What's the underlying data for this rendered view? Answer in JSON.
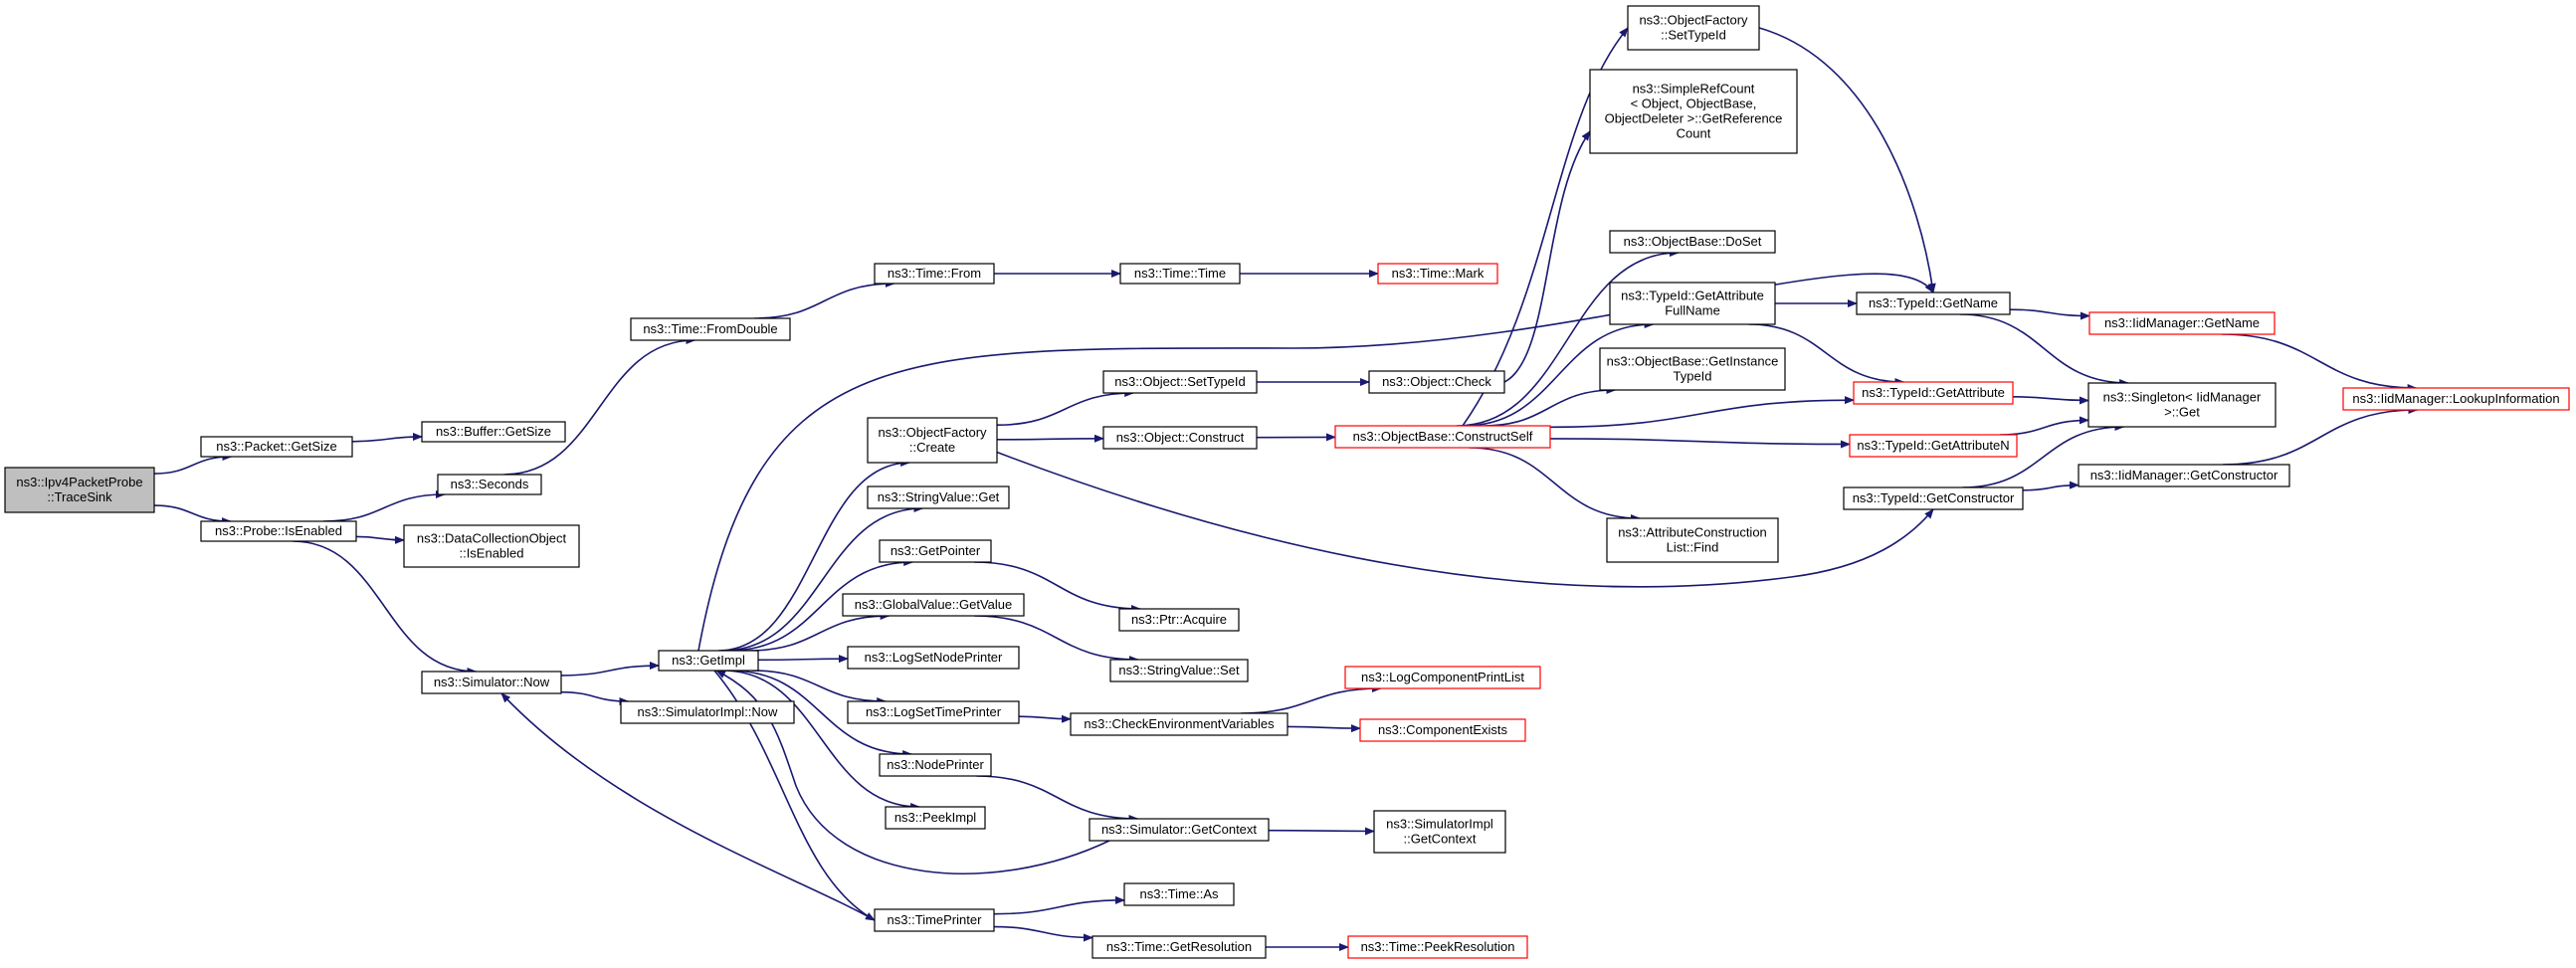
{
  "colors": {
    "edge": "#191970",
    "node_border": "#000000",
    "truncated_border": "#ff0000",
    "root_fill": "#bfbfbf",
    "background": "#ffffff"
  },
  "nodes": [
    {
      "id": "tracesink",
      "lines": [
        "ns3::Ipv4PacketProbe",
        "::TraceSink"
      ],
      "style": "root"
    },
    {
      "id": "packet_getsize",
      "lines": [
        "ns3::Packet::GetSize"
      ]
    },
    {
      "id": "buffer_getsize",
      "lines": [
        "ns3::Buffer::GetSize"
      ]
    },
    {
      "id": "probe_isenabled",
      "lines": [
        "ns3::Probe::IsEnabled"
      ]
    },
    {
      "id": "seconds",
      "lines": [
        "ns3::Seconds"
      ]
    },
    {
      "id": "dco_isenabled",
      "lines": [
        "ns3::DataCollectionObject",
        "::IsEnabled"
      ]
    },
    {
      "id": "time_fromdouble",
      "lines": [
        "ns3::Time::FromDouble"
      ]
    },
    {
      "id": "time_from",
      "lines": [
        "ns3::Time::From"
      ]
    },
    {
      "id": "time_time",
      "lines": [
        "ns3::Time::Time"
      ]
    },
    {
      "id": "time_mark",
      "lines": [
        "ns3::Time::Mark"
      ],
      "style": "red"
    },
    {
      "id": "sim_now",
      "lines": [
        "ns3::Simulator::Now"
      ]
    },
    {
      "id": "getimpl",
      "lines": [
        "ns3::GetImpl"
      ]
    },
    {
      "id": "simimpl_now",
      "lines": [
        "ns3::SimulatorImpl::Now"
      ]
    },
    {
      "id": "of_create",
      "lines": [
        "ns3::ObjectFactory",
        "::Create"
      ]
    },
    {
      "id": "stringvalue_get",
      "lines": [
        "ns3::StringValue::Get"
      ]
    },
    {
      "id": "getpointer",
      "lines": [
        "ns3::GetPointer"
      ]
    },
    {
      "id": "gv_getvalue",
      "lines": [
        "ns3::GlobalValue::GetValue"
      ]
    },
    {
      "id": "logsetnodeprinter",
      "lines": [
        "ns3::LogSetNodePrinter"
      ]
    },
    {
      "id": "logsettimeprinter",
      "lines": [
        "ns3::LogSetTimePrinter"
      ]
    },
    {
      "id": "nodeprinter",
      "lines": [
        "ns3::NodePrinter"
      ]
    },
    {
      "id": "peekimpl",
      "lines": [
        "ns3::PeekImpl"
      ]
    },
    {
      "id": "timeprinter",
      "lines": [
        "ns3::TimePrinter"
      ]
    },
    {
      "id": "obj_settypeid",
      "lines": [
        "ns3::Object::SetTypeId"
      ]
    },
    {
      "id": "obj_construct",
      "lines": [
        "ns3::Object::Construct"
      ]
    },
    {
      "id": "obj_check",
      "lines": [
        "ns3::Object::Check"
      ]
    },
    {
      "id": "ptr_acquire",
      "lines": [
        "ns3::Ptr::Acquire"
      ]
    },
    {
      "id": "stringvalue_set",
      "lines": [
        "ns3::StringValue::Set"
      ]
    },
    {
      "id": "checkenv",
      "lines": [
        "ns3::CheckEnvironmentVariables"
      ]
    },
    {
      "id": "sim_getcontext",
      "lines": [
        "ns3::Simulator::GetContext"
      ]
    },
    {
      "id": "time_as",
      "lines": [
        "ns3::Time::As"
      ]
    },
    {
      "id": "time_getres",
      "lines": [
        "ns3::Time::GetResolution"
      ]
    },
    {
      "id": "ob_constructself",
      "lines": [
        "ns3::ObjectBase::ConstructSelf"
      ],
      "style": "red"
    },
    {
      "id": "logcompprintlist",
      "lines": [
        "ns3::LogComponentPrintList"
      ],
      "style": "red"
    },
    {
      "id": "componentexists",
      "lines": [
        "ns3::ComponentExists"
      ],
      "style": "red"
    },
    {
      "id": "simimpl_getcontext",
      "lines": [
        "ns3::SimulatorImpl",
        "::GetContext"
      ]
    },
    {
      "id": "time_peekres",
      "lines": [
        "ns3::Time::PeekResolution"
      ],
      "style": "red"
    },
    {
      "id": "of_settypeid",
      "lines": [
        "ns3::ObjectFactory",
        "::SetTypeId"
      ]
    },
    {
      "id": "simplerefcount",
      "lines": [
        "ns3::SimpleRefCount",
        "< Object, ObjectBase,",
        "ObjectDeleter >::GetReference",
        "Count"
      ]
    },
    {
      "id": "ob_doset",
      "lines": [
        "ns3::ObjectBase::DoSet"
      ]
    },
    {
      "id": "tid_getattrfullname",
      "lines": [
        "ns3::TypeId::GetAttribute",
        "FullName"
      ]
    },
    {
      "id": "ob_getinstancetypeid",
      "lines": [
        "ns3::ObjectBase::GetInstance",
        "TypeId"
      ]
    },
    {
      "id": "acl_find",
      "lines": [
        "ns3::AttributeConstruction",
        "List::Find"
      ]
    },
    {
      "id": "tid_getname",
      "lines": [
        "ns3::TypeId::GetName"
      ]
    },
    {
      "id": "tid_getattribute",
      "lines": [
        "ns3::TypeId::GetAttribute"
      ],
      "style": "red"
    },
    {
      "id": "tid_getattributen",
      "lines": [
        "ns3::TypeId::GetAttributeN"
      ],
      "style": "red"
    },
    {
      "id": "tid_getconstructor",
      "lines": [
        "ns3::TypeId::GetConstructor"
      ]
    },
    {
      "id": "iid_getname",
      "lines": [
        "ns3::IidManager::GetName"
      ],
      "style": "red"
    },
    {
      "id": "singleton_get",
      "lines": [
        "ns3::Singleton< IidManager",
        ">::Get"
      ]
    },
    {
      "id": "iid_getconstructor",
      "lines": [
        "ns3::IidManager::GetConstructor"
      ]
    },
    {
      "id": "iid_lookupinfo",
      "lines": [
        "ns3::IidManager::LookupInformation"
      ],
      "style": "red"
    }
  ],
  "edges": [
    [
      "tracesink",
      "packet_getsize"
    ],
    [
      "tracesink",
      "probe_isenabled"
    ],
    [
      "packet_getsize",
      "buffer_getsize"
    ],
    [
      "probe_isenabled",
      "seconds"
    ],
    [
      "probe_isenabled",
      "dco_isenabled"
    ],
    [
      "probe_isenabled",
      "sim_now"
    ],
    [
      "seconds",
      "time_fromdouble"
    ],
    [
      "time_fromdouble",
      "time_from"
    ],
    [
      "time_from",
      "time_time"
    ],
    [
      "time_time",
      "time_mark"
    ],
    [
      "sim_now",
      "getimpl"
    ],
    [
      "sim_now",
      "simimpl_now"
    ],
    [
      "getimpl",
      "of_create"
    ],
    [
      "getimpl",
      "stringvalue_get"
    ],
    [
      "getimpl",
      "getpointer"
    ],
    [
      "getimpl",
      "gv_getvalue"
    ],
    [
      "getimpl",
      "logsetnodeprinter"
    ],
    [
      "getimpl",
      "logsettimeprinter"
    ],
    [
      "getimpl",
      "nodeprinter"
    ],
    [
      "getimpl",
      "peekimpl"
    ],
    [
      "getimpl",
      "timeprinter"
    ],
    [
      "getimpl",
      "tid_getname"
    ],
    [
      "of_create",
      "obj_settypeid"
    ],
    [
      "of_create",
      "obj_construct"
    ],
    [
      "of_create",
      "tid_getconstructor"
    ],
    [
      "obj_settypeid",
      "obj_check"
    ],
    [
      "obj_construct",
      "ob_constructself"
    ],
    [
      "obj_check",
      "simplerefcount"
    ],
    [
      "getpointer",
      "ptr_acquire"
    ],
    [
      "gv_getvalue",
      "stringvalue_set"
    ],
    [
      "logsettimeprinter",
      "checkenv"
    ],
    [
      "checkenv",
      "logcompprintlist"
    ],
    [
      "checkenv",
      "componentexists"
    ],
    [
      "nodeprinter",
      "sim_getcontext"
    ],
    [
      "sim_getcontext",
      "simimpl_getcontext"
    ],
    [
      "sim_getcontext",
      "getimpl"
    ],
    [
      "timeprinter",
      "sim_now"
    ],
    [
      "timeprinter",
      "time_as"
    ],
    [
      "timeprinter",
      "time_getres"
    ],
    [
      "time_getres",
      "time_peekres"
    ],
    [
      "ob_constructself",
      "of_settypeid"
    ],
    [
      "ob_constructself",
      "ob_doset"
    ],
    [
      "ob_constructself",
      "tid_getattrfullname"
    ],
    [
      "ob_constructself",
      "ob_getinstancetypeid"
    ],
    [
      "ob_constructself",
      "tid_getattribute"
    ],
    [
      "ob_constructself",
      "tid_getattributen"
    ],
    [
      "ob_constructself",
      "acl_find"
    ],
    [
      "of_settypeid",
      "tid_getname"
    ],
    [
      "tid_getattrfullname",
      "tid_getname"
    ],
    [
      "tid_getattrfullname",
      "tid_getattribute"
    ],
    [
      "tid_getname",
      "iid_getname"
    ],
    [
      "tid_getname",
      "singleton_get"
    ],
    [
      "tid_getattribute",
      "singleton_get"
    ],
    [
      "tid_getattributen",
      "singleton_get"
    ],
    [
      "tid_getconstructor",
      "singleton_get"
    ],
    [
      "tid_getconstructor",
      "iid_getconstructor"
    ],
    [
      "iid_getname",
      "iid_lookupinfo"
    ],
    [
      "iid_getconstructor",
      "iid_lookupinfo"
    ]
  ]
}
